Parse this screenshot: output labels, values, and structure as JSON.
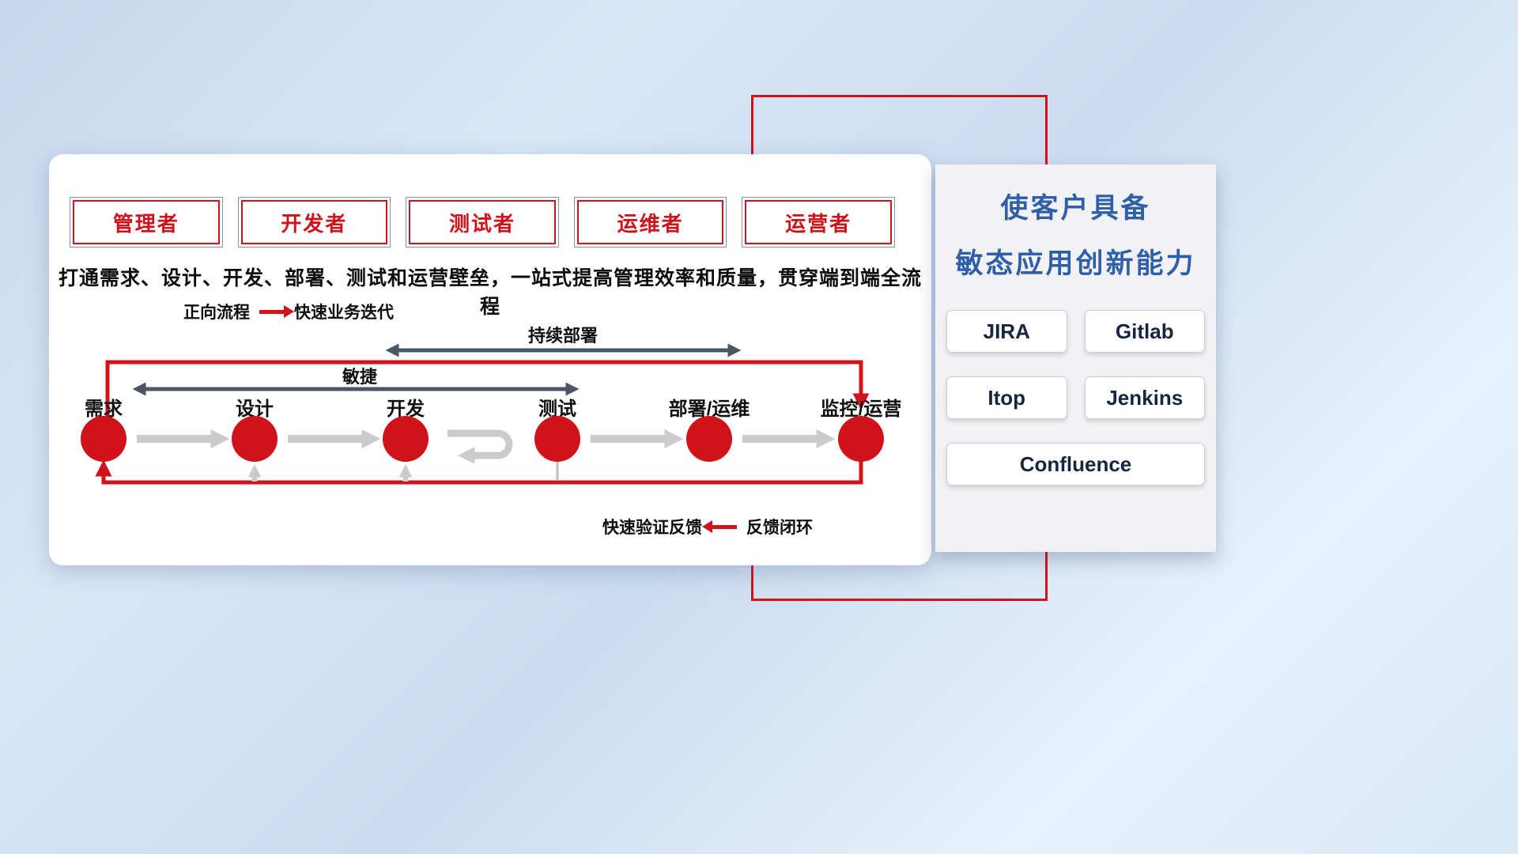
{
  "roles": [
    "管理者",
    "开发者",
    "测试者",
    "运维者",
    "运营者"
  ],
  "headline": "打通需求、设计、开发、部署、测试和运营壁垒，一站式提高管理效率和质量，贯穿端到端全流程",
  "legend_forward": {
    "label": "正向流程",
    "value": "快速业务迭代"
  },
  "legend_feedback": {
    "label": "快速验证反馈",
    "value": "反馈闭环"
  },
  "flow": {
    "agile_label": "敏捷",
    "cd_label": "持续部署",
    "stages": [
      "需求",
      "设计",
      "开发",
      "测试",
      "部署/运维",
      "监控/运营"
    ]
  },
  "panel": {
    "title_line1": "使客户具备",
    "title_line2": "敏态应用创新能力",
    "tools": [
      "JIRA",
      "Gitlab",
      "Itop",
      "Jenkins",
      "Confluence"
    ]
  },
  "colors": {
    "accent_red": "#d0121b",
    "title_blue": "#2f5fa8",
    "dark_arrow": "#4d5566",
    "gray_arrow": "#c9cbce"
  }
}
